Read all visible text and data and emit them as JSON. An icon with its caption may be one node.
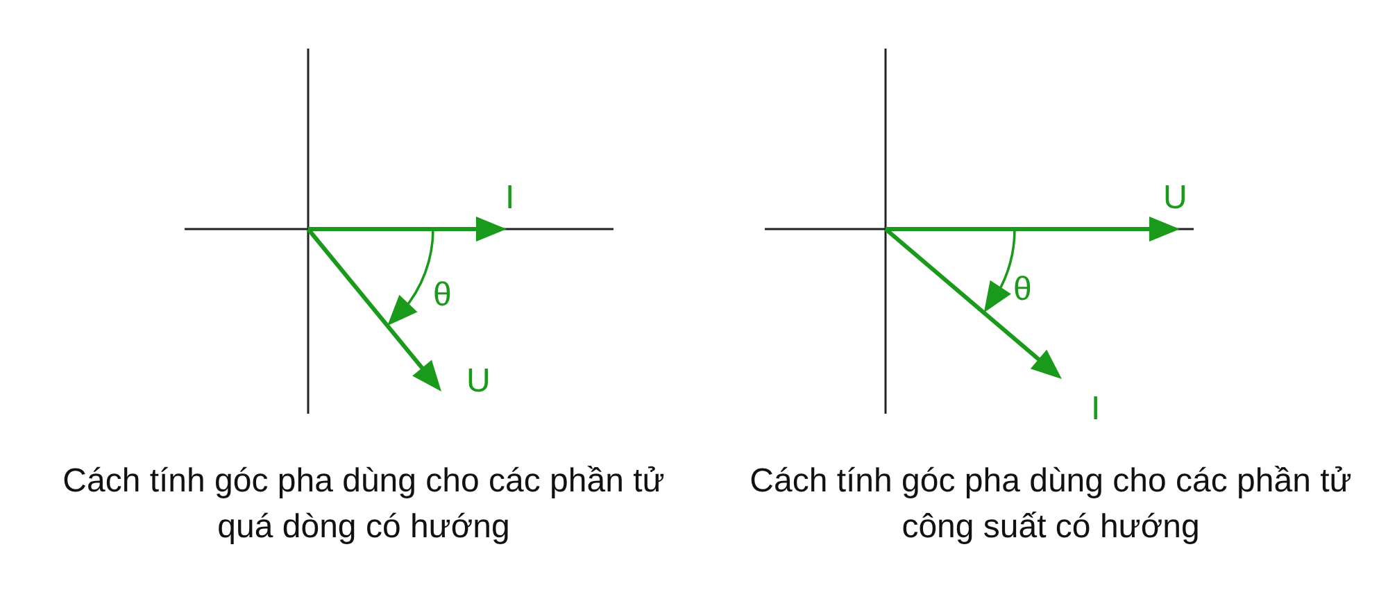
{
  "diagram": {
    "labels": [
      "I",
      "θ",
      "U",
      "U",
      "θ",
      "I",
      "Cách tính góc pha dùng cho các phần tử quá dòng có hướng",
      "Cách tính góc pha dùng cho các phần tử công suất có hướng"
    ]
  }
}
